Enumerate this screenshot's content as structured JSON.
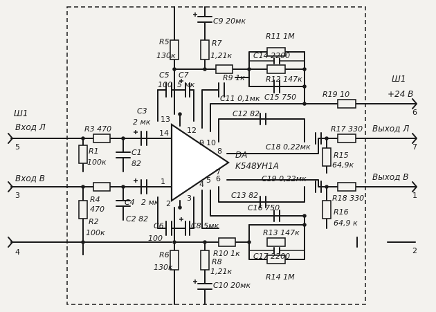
{
  "connector_left": {
    "name": "Ш1",
    "pins": [
      "5",
      "3",
      "4"
    ]
  },
  "connector_right": {
    "name": "Ш1",
    "pins": [
      "6",
      "7",
      "1",
      "2"
    ]
  },
  "inputs": {
    "left": "Вход Л",
    "right": "Вход В"
  },
  "outputs": {
    "left": "Выход Л",
    "right": "Выход В",
    "supply": "+24 В"
  },
  "ic": {
    "ref": "DA",
    "part": "K548УН1А",
    "pins": [
      "13",
      "14",
      "12",
      "9",
      "10",
      "8",
      "1",
      "2",
      "3",
      "4",
      "5",
      "6",
      "7"
    ]
  },
  "components": {
    "R3": "R3 470",
    "R1": "R1",
    "R1v": "100к",
    "C1": "C1",
    "C1v": "82",
    "C3": "C3",
    "C3v": "2 мк",
    "R4": "R4",
    "R4v": "470",
    "R2": "R2",
    "R2v": "100к",
    "C4": "C4",
    "C4v": "2 мк",
    "C2": "C2 82",
    "R5": "R5",
    "R5v": "130к",
    "C9": "C9 20мк",
    "R7": "R7",
    "R7v": "1,21к",
    "C5": "C5",
    "C5v": "100",
    "C7": "C7",
    "C7v": "5 мк",
    "R11": "R11 1M",
    "C14": "C14 2200",
    "R12": "R12 147к",
    "C15": "C15 750",
    "R9": "R9 1к",
    "C11": "C11 0,1мк",
    "R19": "R19 10",
    "C12": "C12 82",
    "R17": "R17 330",
    "C18": "C18 0,22мк",
    "R15": "R15",
    "R15v": "64,9к",
    "C19": "C19 0,22мк",
    "C13": "C13 82",
    "R18": "R18 330",
    "R16": "R16",
    "R16v": "64,9 к",
    "C16": "C16 750",
    "R13": "R13 147к",
    "C17": "C17 2200",
    "R14": "R14 1M",
    "R10": "R10 1к",
    "R8": "R8",
    "R8v": "1,21к",
    "C10": "C10 20мк",
    "R6": "R6",
    "R6v": "130к",
    "C6": "C6",
    "C6v": "100",
    "C8": "C8 5мк"
  }
}
